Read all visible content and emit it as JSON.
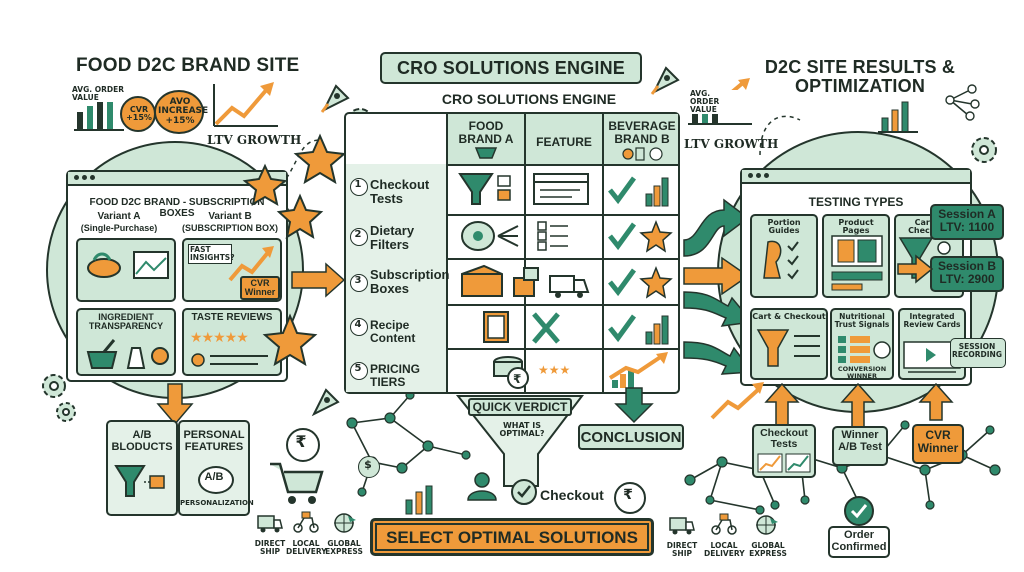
{
  "colors": {
    "mint": "#cfe7d7",
    "green": "#2f8a6c",
    "orange": "#ef9a3a",
    "ink": "#24352c",
    "pale": "#e4f1e8"
  },
  "left": {
    "title": "FOOD D2C BRAND SITE",
    "aov": "AVG. ORDER VALUE",
    "cvr": "CVR +15%",
    "avo": "AVO INCREASE +15%",
    "ltv": "LTV GROWTH",
    "window_title": "FOOD D2C BRAND - SUBSCRIPTION BOXES",
    "variant_a": "Variant A",
    "variant_a_sub": "(Single-Purchase)",
    "variant_b": "Variant B",
    "variant_b_sub": "(SUBSCRIPTION BOX)",
    "fast": "FAST INSIGHTS?",
    "cvr_winner": "CVR Winner",
    "ingredient": "INGREDIENT TRANSPARENCY",
    "taste": "TASTE REVIEWS",
    "ab": "A/B BLODUCTS",
    "personal": "PERSONAL FEATURES",
    "ab_badge": "A/B",
    "personalization": "PERSONALIZATION"
  },
  "center": {
    "banner": "CRO SOLUTIONS ENGINE",
    "subtitle": "CRO SOLUTIONS ENGINE",
    "col_a": "FOOD BRAND A",
    "col_feature": "FEATURE",
    "col_b": "BEVERAGE BRAND B",
    "rows": [
      {
        "num": "1",
        "label": "Checkout Tests"
      },
      {
        "num": "2",
        "label": "Dietary Filters"
      },
      {
        "num": "3",
        "label": "Subscription Boxes"
      },
      {
        "num": "4",
        "label": "Recipe Content"
      },
      {
        "num": "5",
        "label": "PRICING TIERS"
      }
    ],
    "quick_verdict": "QUICK VERDICT",
    "what_optimal": "WHAT IS OPTIMAL?",
    "conclusion": "CONCLUSION",
    "checkout": "Checkout",
    "select": "SELECT OPTIMAL SOLUTIONS"
  },
  "right": {
    "title": "D2C SITE RESULTS & OPTIMIZATION",
    "aov": "AVG. ORDER VALUE",
    "ltv": "LTV GROWTH",
    "testing": "TESTING TYPES",
    "portion": "Portion Guides",
    "product": "Product Pages",
    "cart1": "Cart & Checkout",
    "cart2": "Cart & Checkout",
    "nutri": "Nutritional Trust Signals",
    "conv": "CONVERSION WINNER",
    "review": "Integrated Review Cards",
    "session_rec": "SESSION RECORDING",
    "session_a": "Session A LTV: 1100",
    "session_b": "Session B LTV: 2900",
    "checkout_tests": "Checkout Tests",
    "winner_ab": "Winner A/B Test",
    "cvr_winner": "CVR Winner",
    "order_confirmed": "Order Confirmed"
  },
  "delivery": {
    "direct": "DIRECT SHIP",
    "local": "LOCAL DELIVERY",
    "global": "GLOBAL EXPRESS"
  },
  "currency_symbol": "₹",
  "dollar_symbol": "$"
}
